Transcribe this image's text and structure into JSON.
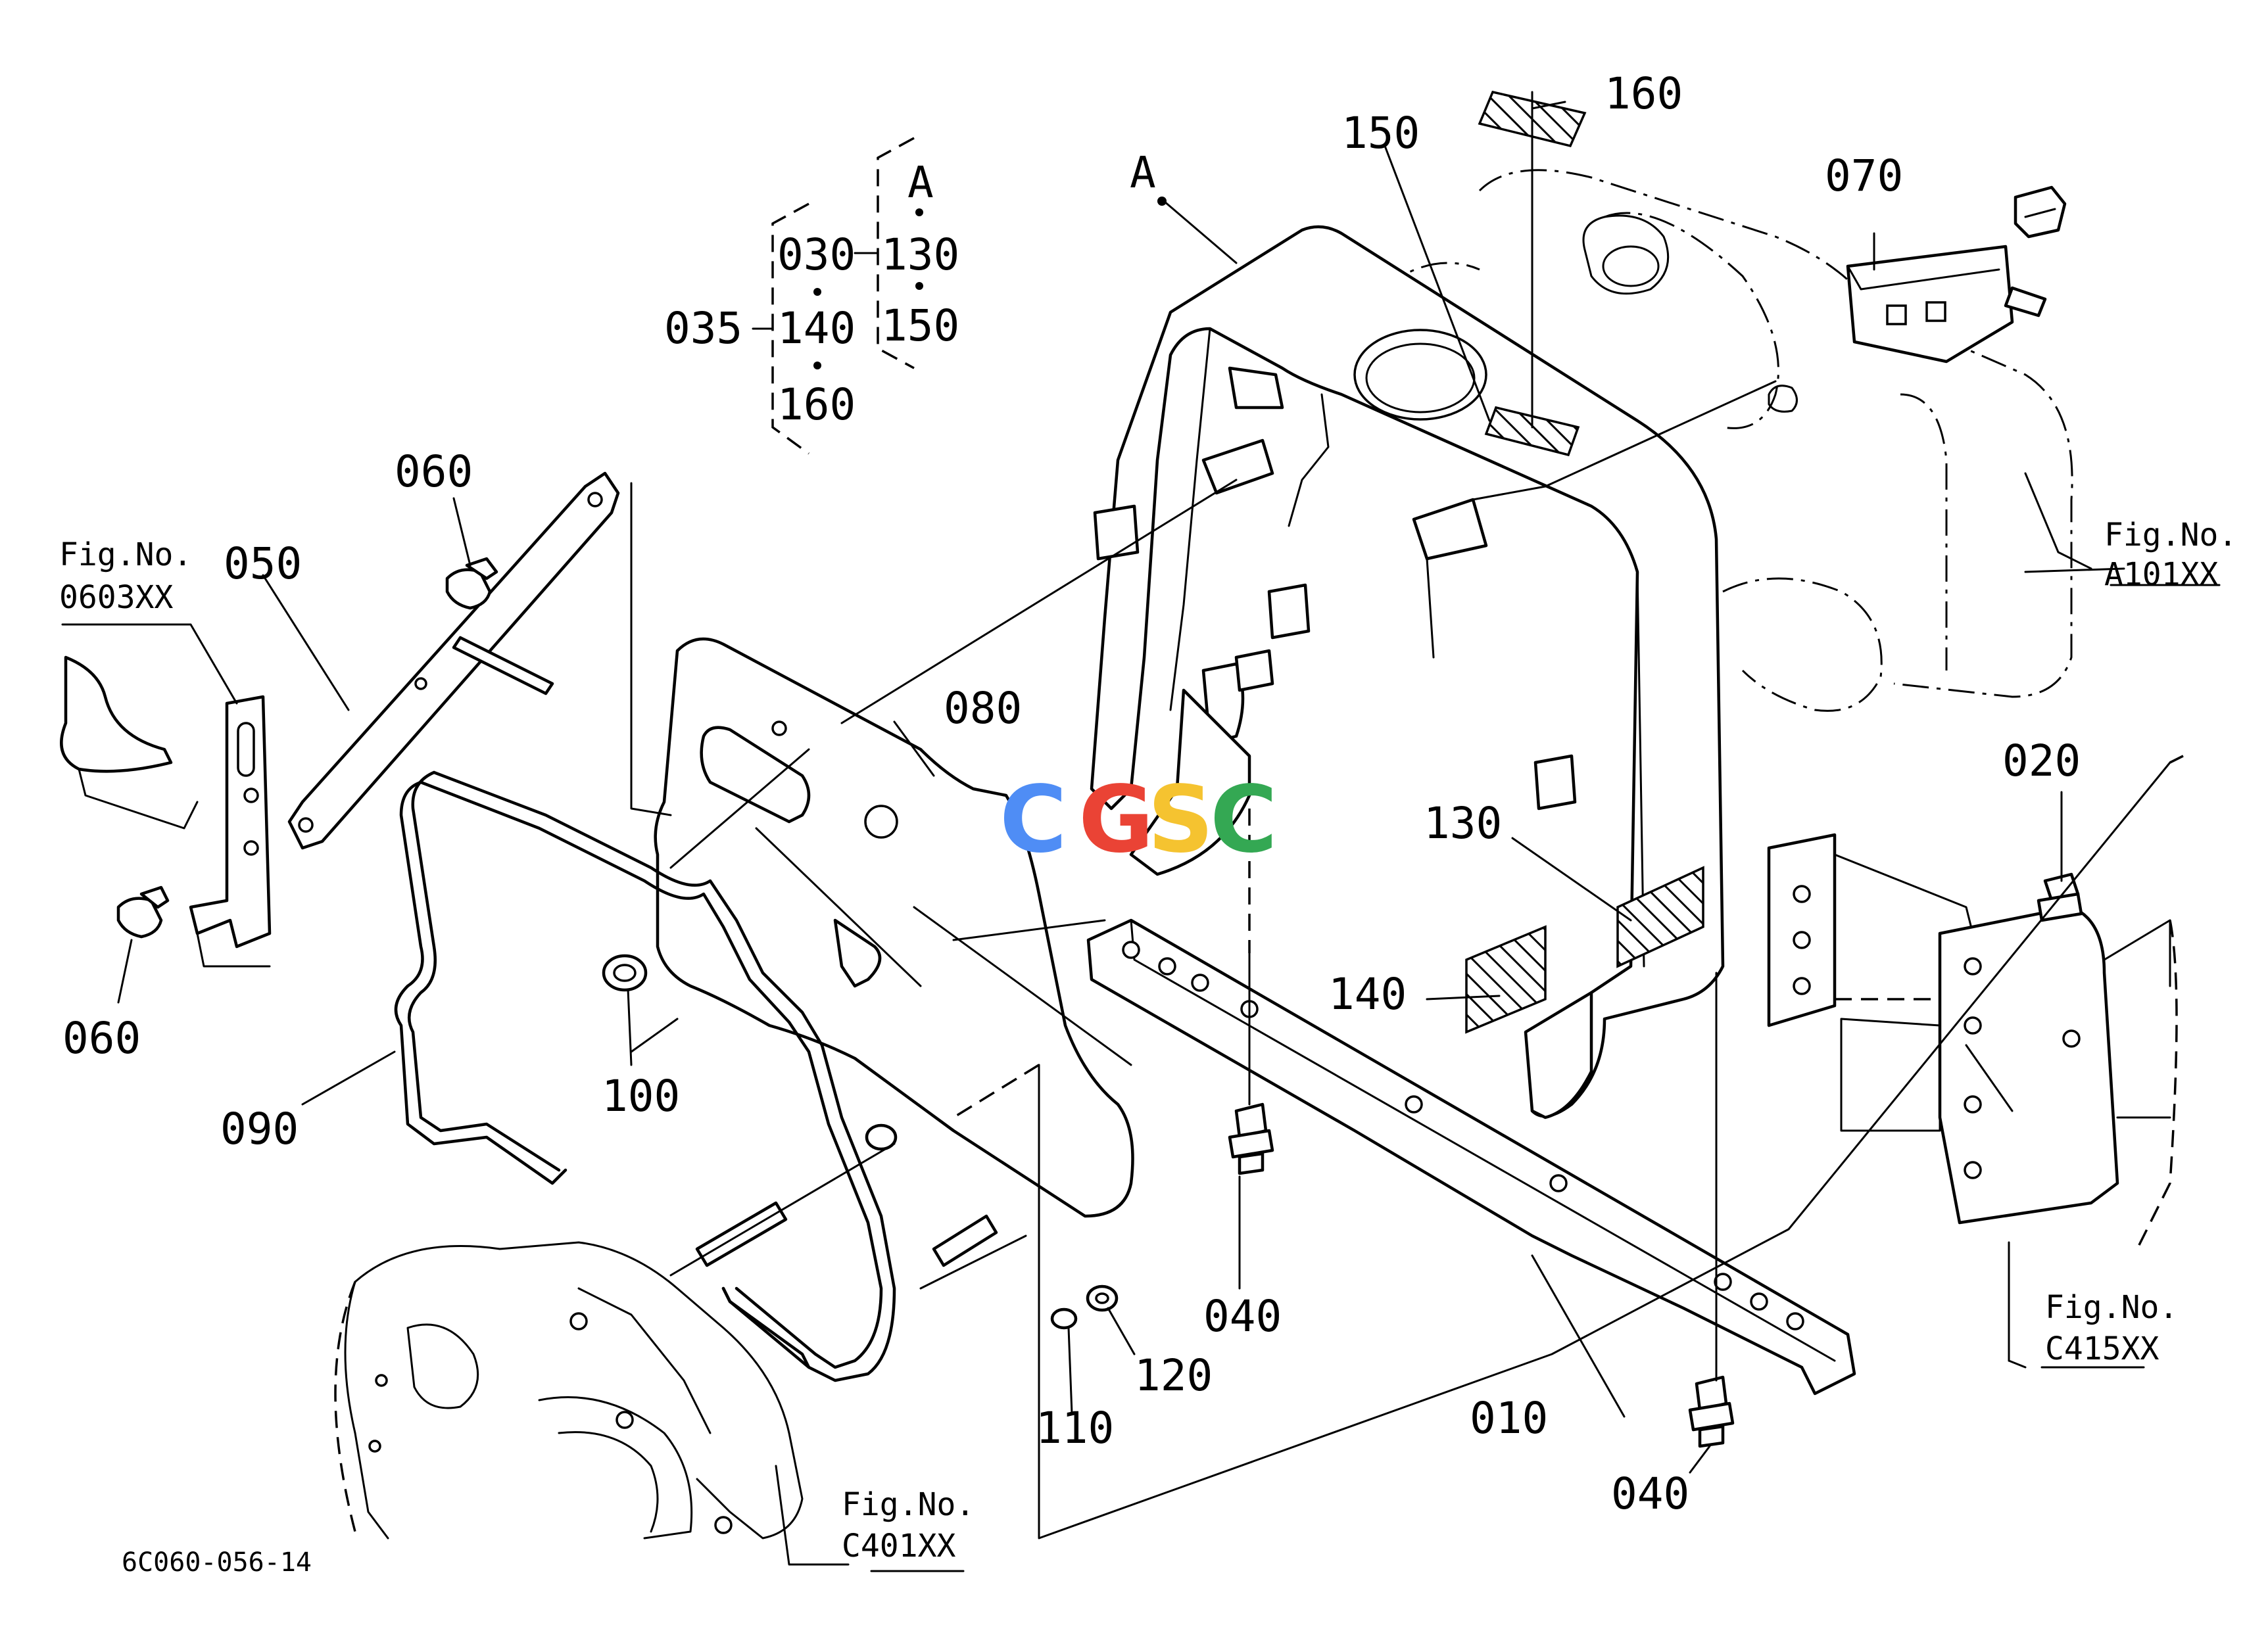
{
  "drawing_code": "6C060-056-14",
  "watermark": {
    "letters": [
      "C",
      "G",
      "S",
      "C"
    ],
    "colors": [
      "#4f8df5",
      "#ea4335",
      "#f5c330",
      "#34a853"
    ]
  },
  "callouts": {
    "c010": "010",
    "c020": "020",
    "c030": "030",
    "c035": "035",
    "c040a": "040",
    "c040b": "040",
    "c050": "050",
    "c060a": "060",
    "c060b": "060",
    "c070": "070",
    "c080": "080",
    "c090": "090",
    "c100": "100",
    "c110": "110",
    "c120": "120",
    "c130a": "130",
    "c130b": "130",
    "c140a": "140",
    "c140b": "140",
    "c150a": "150",
    "c150b": "150",
    "c160a": "160",
    "c160b": "160",
    "markA1": "A",
    "markA2": "A"
  },
  "fig_refs": {
    "ref0603": {
      "label": "Fig.No.",
      "number": "0603XX"
    },
    "refA101": {
      "label": "Fig.No.",
      "number": "A101XX"
    },
    "refC415": {
      "label": "Fig.No.",
      "number": "C415XX"
    },
    "refC401": {
      "label": "Fig.No.",
      "number": "C401XX"
    }
  }
}
